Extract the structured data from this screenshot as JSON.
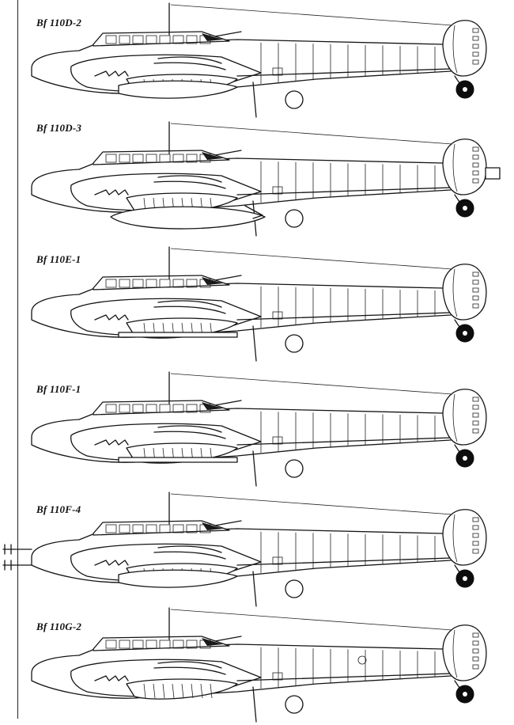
{
  "variants": [
    {
      "label": "Bf 110D-2"
    },
    {
      "label": "Bf 110D-3"
    },
    {
      "label": "Bf 110E-1"
    },
    {
      "label": "Bf 110F-1"
    },
    {
      "label": "Bf 110F-4"
    },
    {
      "label": "Bf 110G-2"
    }
  ],
  "colors": {
    "ink": "#151515",
    "paper": "#ffffff"
  },
  "features": {
    "Bf 110D-2": [
      "belly-tank"
    ],
    "Bf 110D-3": [
      "extended-tail-cone",
      "underwing-drop-tank"
    ],
    "Bf 110E-1": [
      "belly-rack"
    ],
    "Bf 110F-1": [
      "belly-rack"
    ],
    "Bf 110F-4": [
      "nose-radar-antennas",
      "belly-tank"
    ],
    "Bf 110G-2": []
  }
}
